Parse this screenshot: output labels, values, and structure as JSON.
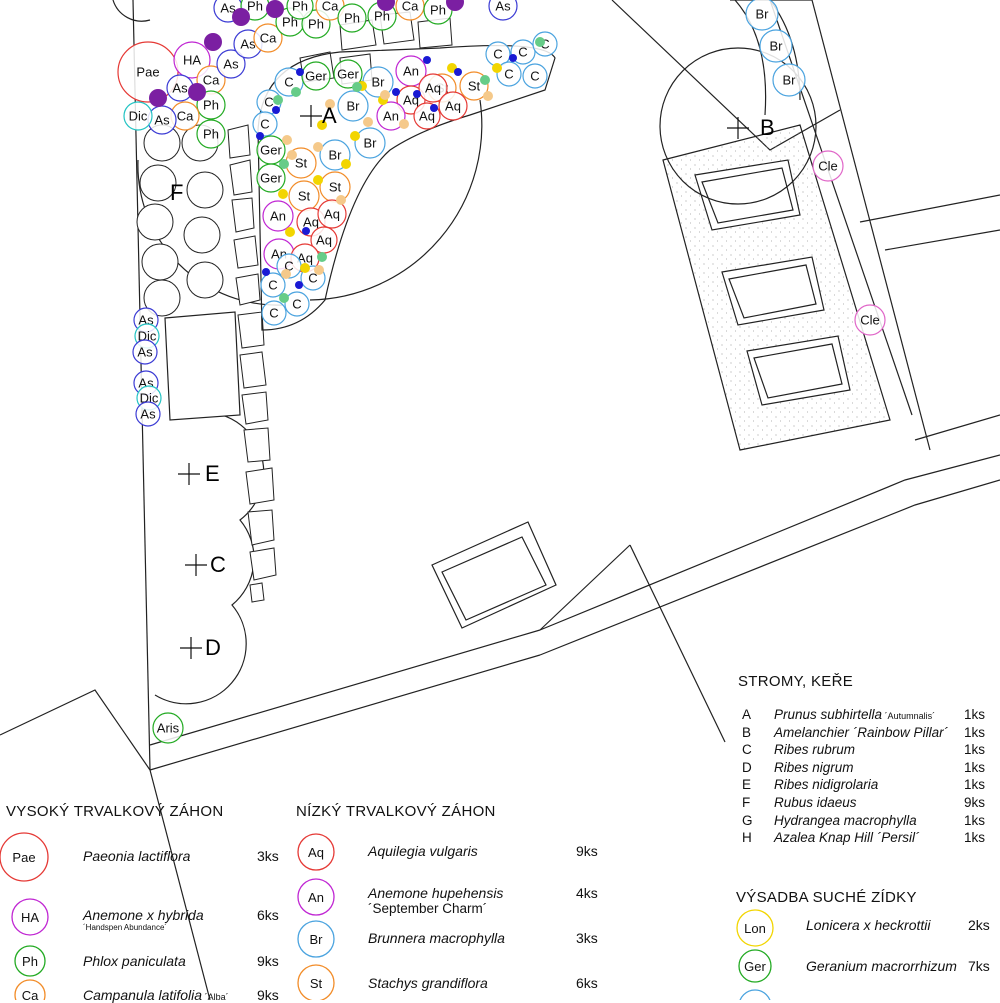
{
  "colors": {
    "Pae": "#e53935",
    "HA": "#c026d3",
    "Ph": "#22aa22",
    "Ca": "#f28c28",
    "As": "#3b3bd4",
    "Dic": "#22c3c3",
    "Aq": "#e53935",
    "An": "#c026d3",
    "Br": "#4aa3df",
    "St": "#f28c28",
    "Ger": "#22aa22",
    "C": "#4aa3df",
    "Cle": "#e066c8",
    "Lon": "#f2d500",
    "Aris": "#22aa22",
    "Gen": "#4aa3df"
  },
  "plan_labels": {
    "A": "A",
    "B": "B",
    "C": "C",
    "D": "D",
    "E": "E",
    "F": "F"
  },
  "trees": {
    "title": "STROMY, KEŘE",
    "rows": [
      {
        "key": "A",
        "name": "Prunus subhirtella",
        "cultivar": "´Autumnalis´",
        "qty": "1ks"
      },
      {
        "key": "B",
        "name": "Amelanchier ´Rainbow Pillar´",
        "cultivar": "",
        "qty": "1ks"
      },
      {
        "key": "C",
        "name": "Ribes rubrum",
        "cultivar": "",
        "qty": "1ks"
      },
      {
        "key": "D",
        "name": "Ribes nigrum",
        "cultivar": "",
        "qty": "1ks"
      },
      {
        "key": "E",
        "name": "Ribes nidigrolaria",
        "cultivar": "",
        "qty": "1ks"
      },
      {
        "key": "F",
        "name": "Rubus idaeus",
        "cultivar": "",
        "qty": "9ks"
      },
      {
        "key": "G",
        "name": "Hydrangea macrophylla",
        "cultivar": "",
        "qty": "1ks"
      },
      {
        "key": "H",
        "name": "Azalea Knap Hill ´Persil´",
        "cultivar": "",
        "qty": "1ks"
      }
    ]
  },
  "tall_bed": {
    "title": "VYSOKÝ TRVALKOVÝ ZÁHON",
    "items": [
      {
        "code": "Pae",
        "name": "Paeonia lactiflora",
        "note": "",
        "qty": "3ks"
      },
      {
        "code": "HA",
        "name": "Anemone x hybrida",
        "note": "´Handspen Abundance´",
        "qty": "6ks"
      },
      {
        "code": "Ph",
        "name": "Phlox paniculata",
        "note": "",
        "qty": "9ks"
      },
      {
        "code": "Ca",
        "name": "Campanula latifolia",
        "note": "´Alba´",
        "qty": "9ks"
      }
    ]
  },
  "low_bed": {
    "title": "NÍZKÝ TRVALKOVÝ ZÁHON",
    "items": [
      {
        "code": "Aq",
        "name": "Aquilegia vulgaris",
        "note": "",
        "qty": "9ks"
      },
      {
        "code": "An",
        "name": "Anemone hupehensis",
        "note": "´September Charm´",
        "qty": "4ks"
      },
      {
        "code": "Br",
        "name": "Brunnera macrophylla",
        "note": "",
        "qty": "3ks"
      },
      {
        "code": "St",
        "name": "Stachys grandiflora",
        "note": "",
        "qty": "6ks"
      }
    ]
  },
  "dry_wall": {
    "title": "VÝSADBA SUCHÉ ZÍDKY",
    "items": [
      {
        "code": "Lon",
        "name": "Lonicera x heckrottii",
        "qty": "2ks"
      },
      {
        "code": "Ger",
        "name": "Geranium macrorrhizum",
        "qty": "7ks"
      }
    ]
  }
}
